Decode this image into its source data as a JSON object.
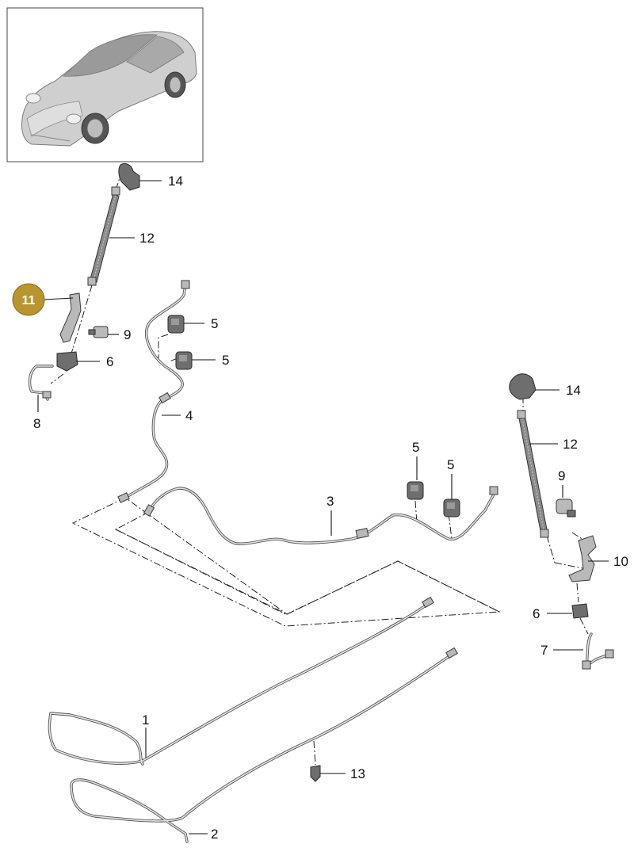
{
  "diagram": {
    "callouts": {
      "c14a": "14",
      "c12a": "12",
      "c11": "11",
      "c9a": "9",
      "c5a": "5",
      "c5b": "5",
      "c6a": "6",
      "c8": "8",
      "c4": "4",
      "c14b": "14",
      "c12b": "12",
      "c5c": "5",
      "c5d": "5",
      "c3": "3",
      "c9b": "9",
      "c10": "10",
      "c6b": "6",
      "c7": "7",
      "c1": "1",
      "c13": "13",
      "c2": "2"
    },
    "colors": {
      "badge_fill": "#b8952e",
      "frame_stroke": "#444444",
      "car_body": "#c9c9c9"
    }
  }
}
